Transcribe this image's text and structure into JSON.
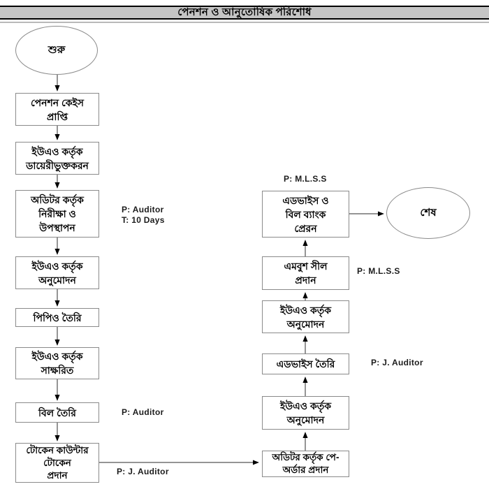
{
  "title": "পেনশন ও আনুতোষিক পরিশোধ",
  "terminals": {
    "start": "শুরু",
    "end": "শেষ"
  },
  "left_steps": [
    {
      "id": "pension-case-receipt",
      "label": "পেনশন কেইস\nপ্রাপ্তি"
    },
    {
      "id": "uao-diary-entry",
      "label": "ইউএও কর্তৃক\nডায়েরীভুক্তকরন"
    },
    {
      "id": "auditor-audit-presentation",
      "label": "অডিটর কর্তৃক\nনিরীক্ষা ও\nউপস্থাপন"
    },
    {
      "id": "uao-approval-1",
      "label": "ইউএও কর্তৃক\nঅনুমোদন"
    },
    {
      "id": "ppo-preparation",
      "label": "পিপিও তৈরি"
    },
    {
      "id": "uao-signed",
      "label": "ইউএও কর্তৃক\nসাক্ষরিত"
    },
    {
      "id": "bill-preparation",
      "label": "বিল তৈরি"
    },
    {
      "id": "token-counter-token-issue",
      "label": "টোকেন কাউন্টার\nটোকেন\nপ্রদান"
    }
  ],
  "right_steps": [
    {
      "id": "auditor-pay-order",
      "label": "অডিটর কর্তৃক পে-\nঅর্ডার প্রদান"
    },
    {
      "id": "uao-approval-2",
      "label": "ইউএও কর্তৃক\nঅনুমোদন"
    },
    {
      "id": "advice-preparation",
      "label": "এডভাইস তৈরি"
    },
    {
      "id": "uao-approval-3",
      "label": "ইউএও কর্তৃক\nঅনুমোদন"
    },
    {
      "id": "emboss-seal-issue",
      "label": "এমবুশ সীল\nপ্রদান"
    },
    {
      "id": "advice-bill-bank-send",
      "label": "এডভাইস ও\nবিল ব্যাংক\nপ্রেরন"
    }
  ],
  "annotations": [
    {
      "id": "auditor-10-days",
      "text": "P: Auditor\nT: 10 Days"
    },
    {
      "id": "auditor-bill",
      "text": "P: Auditor"
    },
    {
      "id": "j-auditor-token",
      "text": "P: J. Auditor"
    },
    {
      "id": "j-auditor-advice",
      "text": "P: J. Auditor"
    },
    {
      "id": "mlss-seal",
      "text": "P: M.L.S.S"
    },
    {
      "id": "mlss-send",
      "text": "P: M.L.S.S"
    }
  ],
  "colors": {
    "page_bg": "#ffffff",
    "title_bar_bg": "#c5c5c5",
    "box_bg": "#ffffff",
    "box_border": "#8a8a8a",
    "text": "#000000",
    "connector": "#2b2b2b"
  }
}
